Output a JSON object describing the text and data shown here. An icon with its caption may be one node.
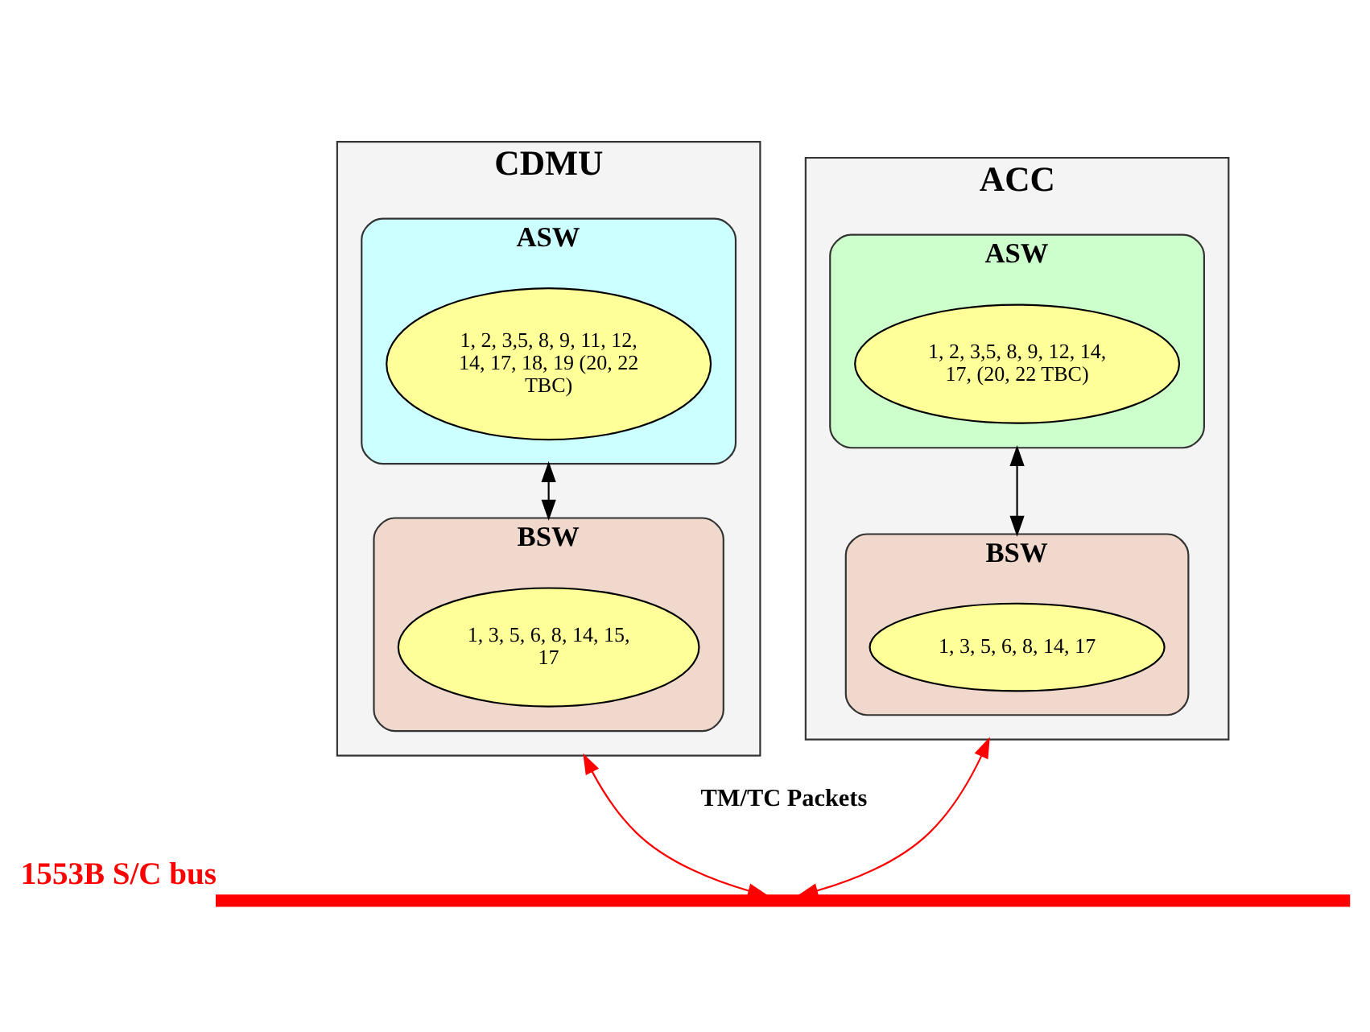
{
  "diagram": {
    "nodes": [
      {
        "text": [
          "CDMU"
        ]
      },
      {
        "text": [
          "ASW"
        ],
        "in": 0
      },
      {
        "text": [
          "1, 2, 3,5, 8, 9, 11, 12, 14, 17, 18, 19 (20, 22 TBC)"
        ],
        "in": 1
      },
      {
        "text": [
          "BSW"
        ],
        "in": 0
      },
      {
        "text": [
          "1, 3, 5, 6, 8, 14, 15, 17"
        ],
        "in": 3
      },
      {
        "text": [
          "ACC"
        ]
      },
      {
        "text": [
          "ASW"
        ],
        "in": 5
      },
      {
        "text": [
          "1, 2, 3,5, 8, 9, 12, 14, 17, (20, 22 TBC)"
        ],
        "in": 6
      },
      {
        "text": [
          "BSW"
        ],
        "in": 5
      },
      {
        "text": [
          "1, 3, 5, 6, 8, 14, 17"
        ],
        "in": 8
      },
      {
        "text": [],
        "shape": "bar",
        "beside": [
          "1553B S/C bus"
        ]
      }
    ],
    "edges": [
      {
        "from": 1,
        "to": 3,
        "arrow": "both"
      },
      {
        "from": 6,
        "to": 8,
        "arrow": "both"
      },
      {
        "from": 0,
        "to": 10,
        "arrow": "both",
        "color": "#ff0000"
      },
      {
        "from": 5,
        "to": 10,
        "arrow": "both",
        "color": "#ff0000"
      }
    ],
    "labels": [
      "TM/TC Packets"
    ]
  }
}
